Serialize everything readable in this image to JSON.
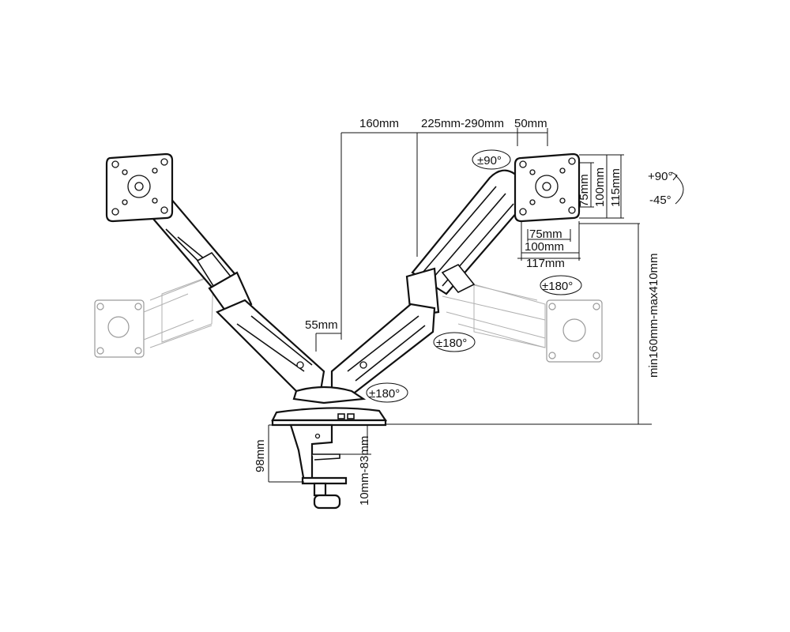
{
  "dimensions": {
    "reach_center": "160mm",
    "arm_extension": "225mm-290mm",
    "plate_offset": "50mm",
    "column_width": "55mm",
    "vesa_75_h": "75mm",
    "vesa_100_h": "100mm",
    "plate_height": "115mm",
    "vesa_75_w": "75mm",
    "vesa_100_w": "100mm",
    "plate_width": "117mm",
    "height_range": "min160mm-max410mm",
    "base_height": "98mm",
    "clamp_range": "10mm-83mm"
  },
  "rotations": {
    "plate_rotate": "±90°",
    "tilt_up": "+90°",
    "tilt_down": "-45°",
    "swivel_upper": "±180°",
    "swivel_mid": "±180°",
    "swivel_base": "±180°"
  },
  "colors": {
    "line": "#111111",
    "ghost": "#9a9a9a",
    "background": "#ffffff"
  }
}
